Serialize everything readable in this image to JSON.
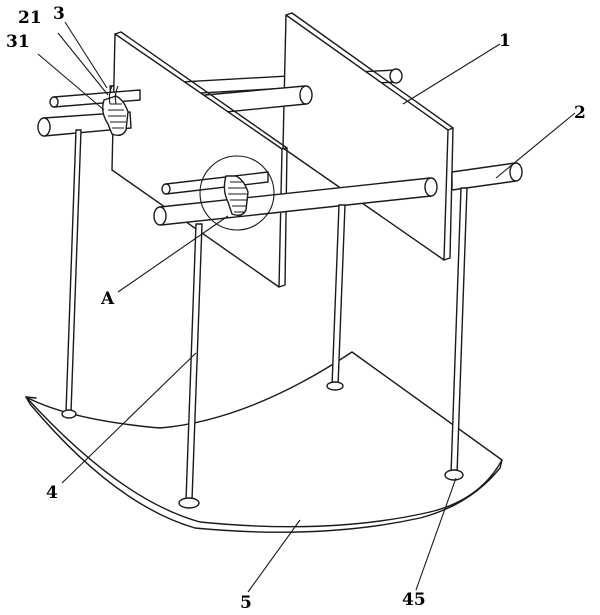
{
  "labels": {
    "plate": "1",
    "shaft": "2",
    "gear_clamp": "3",
    "small_rod": "21",
    "gear_teeth": "31",
    "leg": "4",
    "base": "5",
    "foot_hole": "45",
    "detail_a": "A"
  }
}
